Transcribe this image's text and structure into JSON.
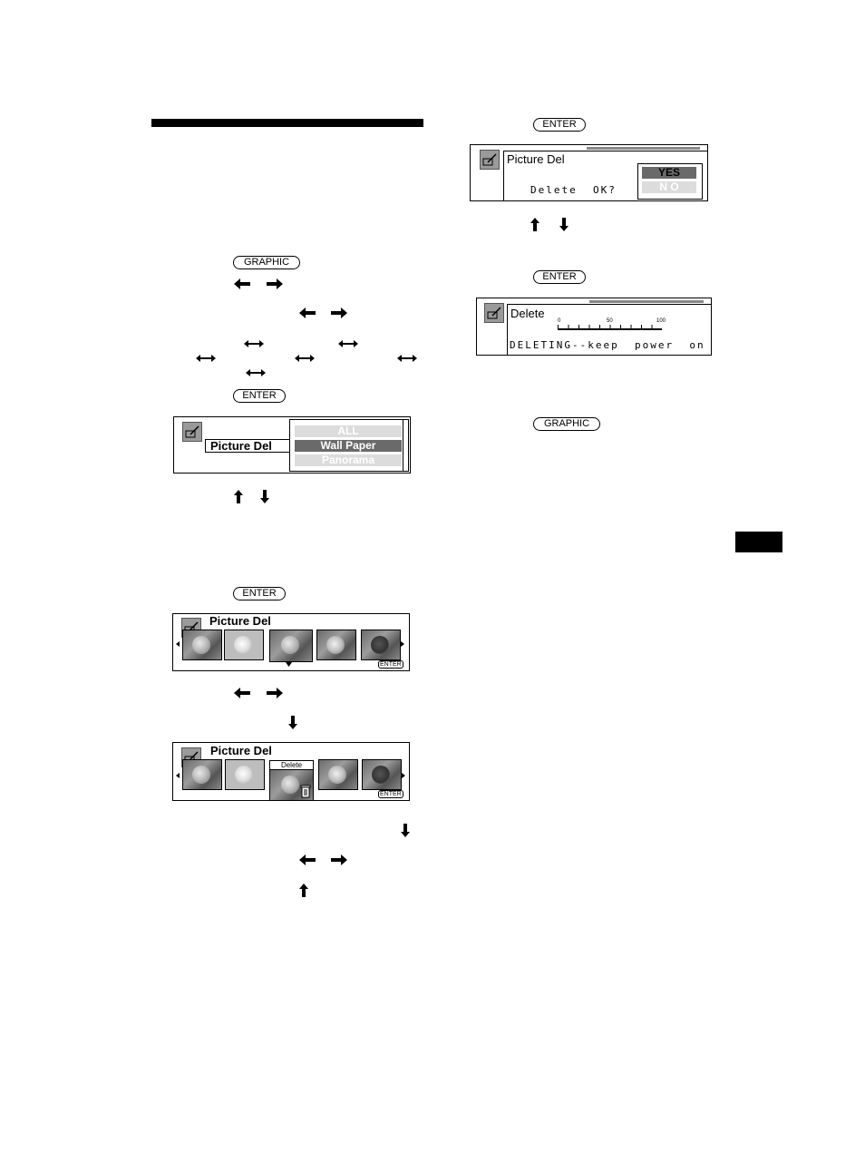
{
  "left": {
    "step_graphic_button": "GRAPHIC",
    "step_enter_button_1": "ENTER",
    "menu_screen": {
      "title": "Picture Del",
      "options": [
        "ALL",
        "Wall Paper",
        "Panorama"
      ],
      "selected": "Wall Paper"
    },
    "step_enter_button_2": "ENTER",
    "thumb_screen_1": {
      "title": "Picture Del",
      "enter_badge": "ENTER"
    },
    "thumb_screen_2": {
      "title": "Picture Del",
      "delete_tag": "Delete",
      "enter_badge": "ENTER"
    }
  },
  "right": {
    "step_enter_button_1": "ENTER",
    "confirm_screen": {
      "title": "Picture Del",
      "message": "Delete  OK?",
      "yes": "YES",
      "no": "N O"
    },
    "step_enter_button_2": "ENTER",
    "progress_screen": {
      "title": "Delete",
      "scale_min": "0",
      "scale_mid": "50",
      "scale_max": "100",
      "message": "DELETING--keep  power  on"
    },
    "step_graphic_button": "GRAPHIC"
  },
  "icons": [
    "arrow-left-icon",
    "arrow-right-icon",
    "arrow-up-icon",
    "arrow-down-icon",
    "double-arrow-icon",
    "edit-icon"
  ]
}
